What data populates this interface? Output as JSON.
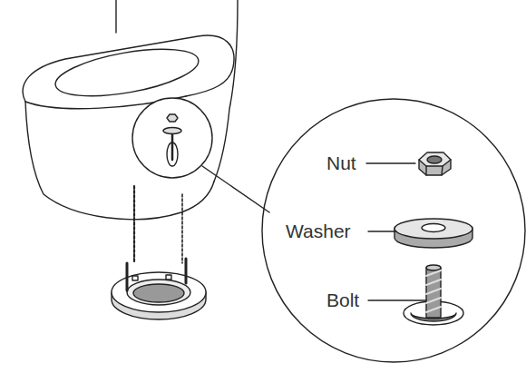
{
  "diagram": {
    "nodes": [
      {
        "text": [
          "Nut",
          "Washer",
          "Bolt"
        ]
      }
    ]
  }
}
